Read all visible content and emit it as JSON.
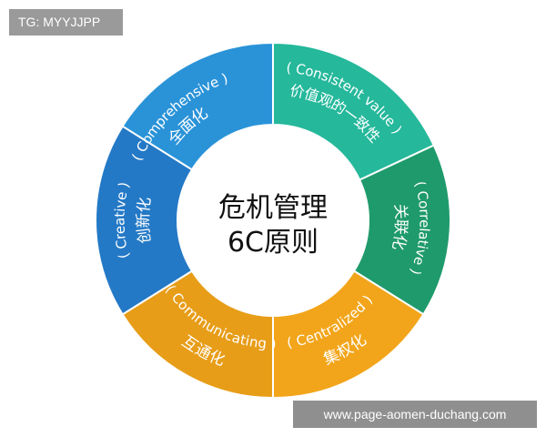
{
  "tag": "TG: MYYJJPP",
  "watermark": "www.page-aomen-duchang.com",
  "center": {
    "line1": "危机管理",
    "line2": "6C原则"
  },
  "segments": [
    {
      "id": "comprehensive",
      "en": "( Comprehensive )",
      "cn": "全面化",
      "color": "#2a93d8"
    },
    {
      "id": "consistent",
      "en": "( Consistent value )",
      "cn": "价值观的一致性",
      "color": "#25b89b"
    },
    {
      "id": "correlative",
      "en": "( Correlative )",
      "cn": "关联化",
      "color": "#1f9a6c"
    },
    {
      "id": "centralized",
      "en": "( Centralized )",
      "cn": "集权化",
      "color": "#f2a51a"
    },
    {
      "id": "communicating",
      "en": "( Communicating )",
      "cn": "互通化",
      "color": "#e79d18"
    },
    {
      "id": "creative",
      "en": "( Creative )",
      "cn": "创新化",
      "color": "#2479c6"
    }
  ]
}
